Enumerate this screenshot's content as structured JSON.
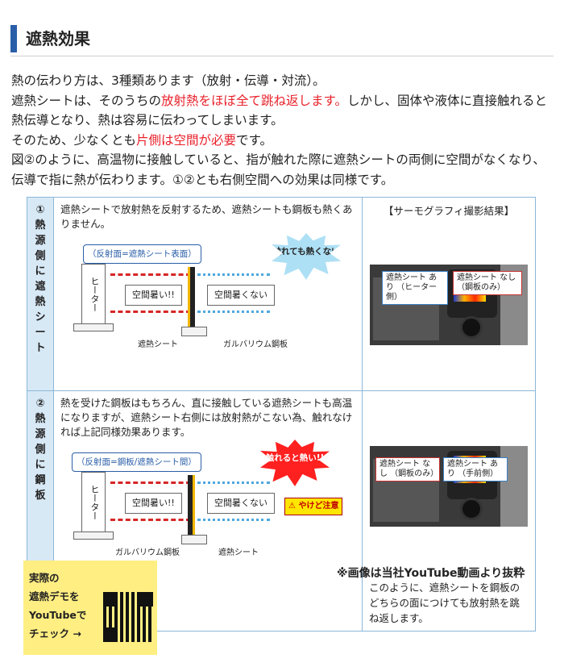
{
  "heading": {
    "title": "遮熱効果"
  },
  "intro": {
    "line1": "熱の伝わり方は、3種類あります（放射・伝導・対流）。",
    "line2a": "遮熱シートは、そのうちの",
    "line2b": "放射熱をほぼ全て跳ね返します。",
    "line2c": "しかし、固体や液体に直接触れると熱伝導となり、熱は容易に伝わってしまいます。",
    "line3a": "そのため、少なくとも",
    "line3b": "片側は空間が必要",
    "line3c": "です。",
    "line4": "図②のように、高温物に接触していると、指が触れた際に遮熱シートの両側に空間がなくなり、伝導で指に熱が伝わります。①②とも右側空間への効果は同様です。"
  },
  "row1": {
    "num": [
      "①",
      "熱",
      "源",
      "側",
      "に",
      "遮",
      "熱",
      "シ",
      "ー",
      "ト"
    ],
    "desc": "遮熱シートで放射熱を反射するため、遮熱シートも鋼板も熱くありません。",
    "reflect_label": "（反射面=遮熱シート表面）",
    "heater": "ヒーター",
    "hot_space": "空間暑い!!",
    "cool_space": "空間暑くない",
    "burst": "触れても熱くない",
    "label_left": "遮熱シート",
    "label_right": "ガルバリウム鋼板",
    "photo_title": "【サーモグラフィ撮影結果】",
    "callout_left": "遮熱シート あり （ヒーター側）",
    "callout_right": "遮熱シート なし （鋼板のみ）"
  },
  "row2": {
    "num": [
      "②",
      "熱",
      "源",
      "側",
      "に",
      "鋼",
      "板"
    ],
    "desc": "熱を受けた鋼板はもちろん、直に接触している遮熱シートも高温になりますが、遮熱シート右側には放射熱がこない為、触れなければ上記同様効果あります。",
    "reflect_label": "（反射面=鋼板/遮熱シート間）",
    "heater": "ヒーター",
    "hot_space": "空間暑い!!",
    "cool_space": "空間暑くない",
    "burst": "触れると熱い!!",
    "warning": "やけど注意",
    "label_left": "ガルバリウム鋼板",
    "label_right": "遮熱シート",
    "callout_left": "遮熱シート なし （鋼板のみ）",
    "callout_right": "遮熱シート あり （手前側）",
    "caption": "このように、遮熱シートを鋼板のどちらの面につけても放射熱を跳ね返します。"
  },
  "promo": {
    "line1": "実際の",
    "line2": "遮熱デモを",
    "line3": "YouTubeで",
    "line4": "チェック →"
  },
  "note": "※画像は当社YouTube動画より抜粋",
  "colors": {
    "accent": "#2a5ea8",
    "highlight": "#e8202a",
    "table_header": "#d8e9f6",
    "promo_bg": "#ffee82"
  }
}
